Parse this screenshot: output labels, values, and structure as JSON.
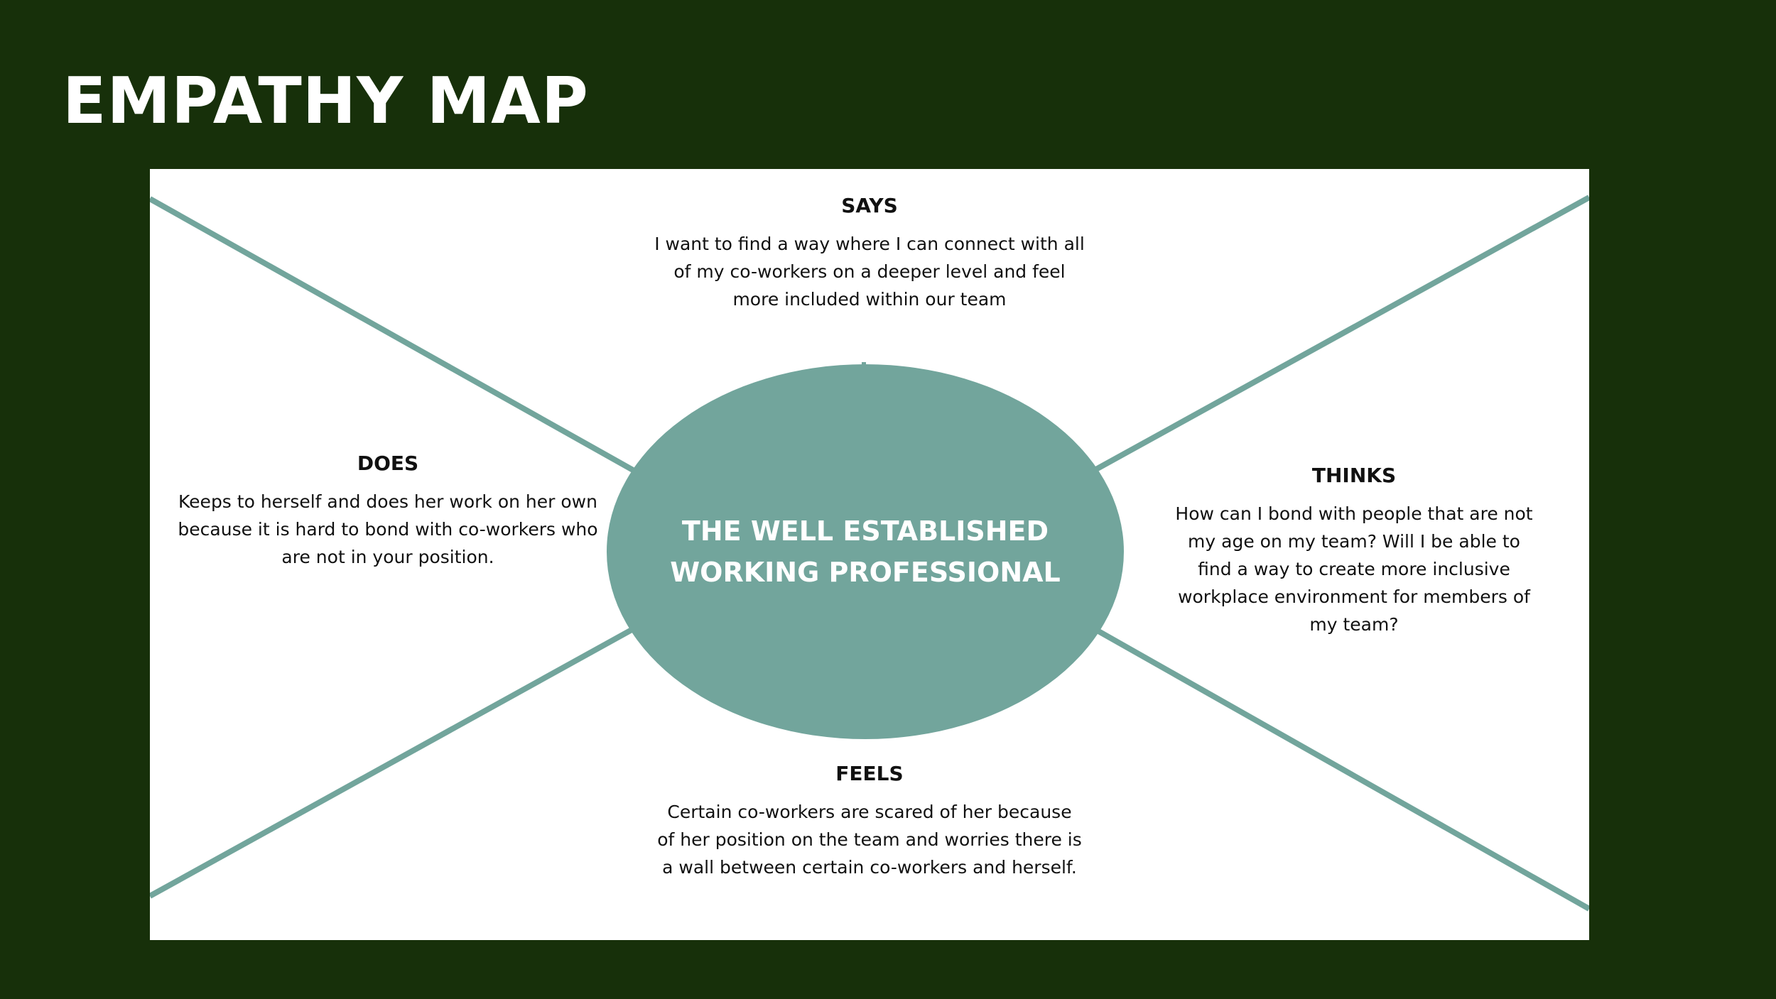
{
  "title": "EMPATHY MAP",
  "center": {
    "line1": "THE WELL ESTABLISHED",
    "line2": "WORKING PROFESSIONAL"
  },
  "sections": {
    "says": {
      "heading": "SAYS",
      "lines": [
        "I want to find a way where I can connect with all",
        "of my co-workers on a deeper level and feel",
        "more included within our team"
      ]
    },
    "does": {
      "heading": "DOES",
      "lines": [
        "Keeps to herself and does her work on her own",
        "because it is hard to bond with co-workers who",
        "are not in your position."
      ]
    },
    "thinks": {
      "heading": "THINKS",
      "lines": [
        "How can I bond with people that are not",
        "my age on my team? Will I be able to",
        "find a way to create more inclusive",
        "workplace environment for members of",
        "my team?"
      ]
    },
    "feels": {
      "heading": "FEELS",
      "lines": [
        "Certain co-workers are scared of her because",
        "of her position on the team and worries there is",
        "a wall between certain co-workers and herself."
      ]
    }
  },
  "colors": {
    "background": "#17300a",
    "panel": "#ffffff",
    "accent": "#72a59c",
    "text": "#111111",
    "title": "#ffffff"
  }
}
